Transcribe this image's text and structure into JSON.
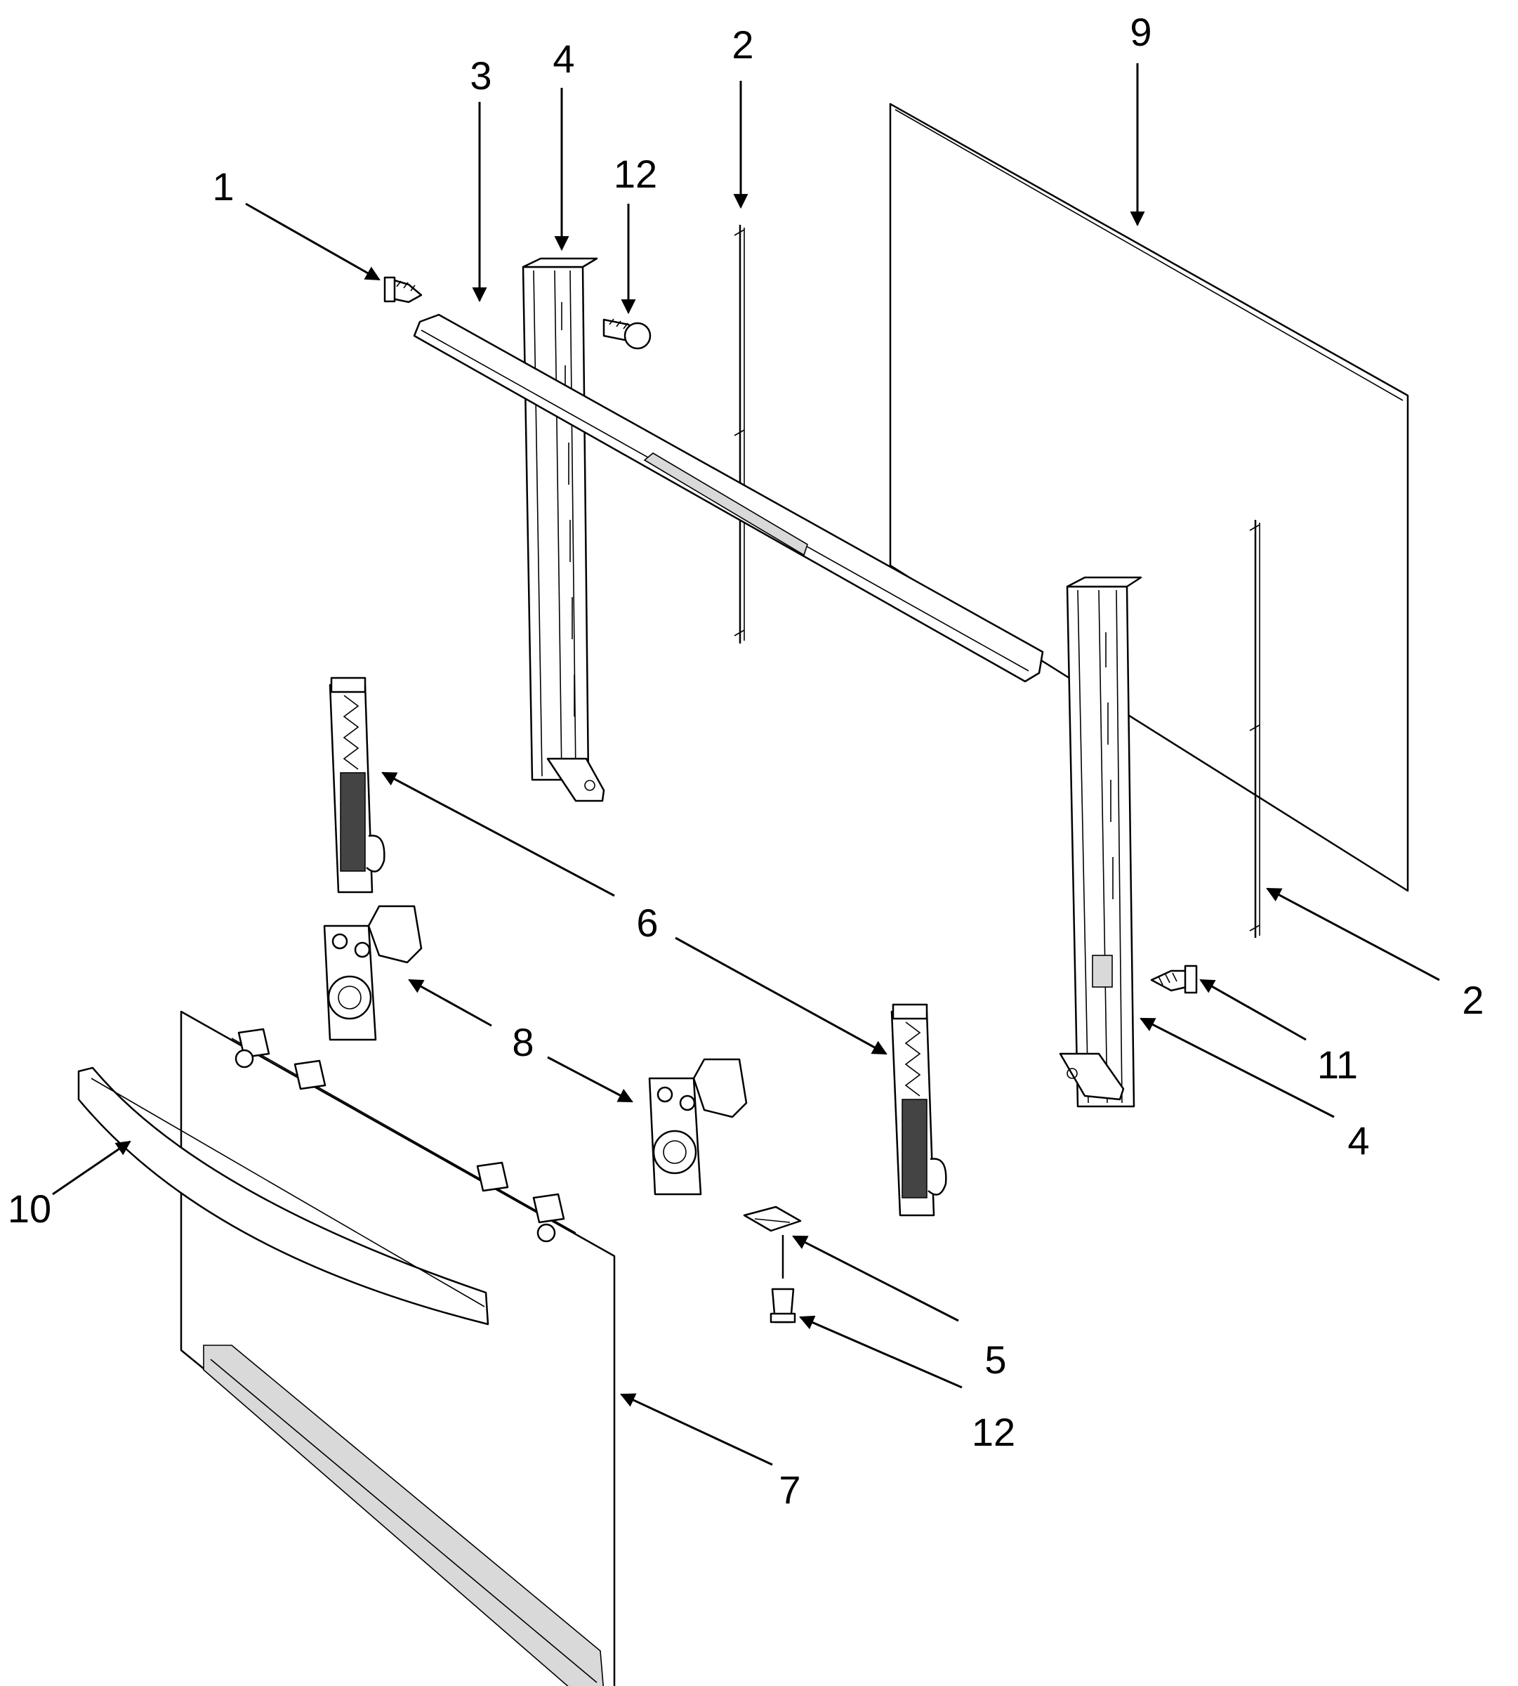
{
  "callouts": [
    {
      "key": "c1",
      "text": "1"
    },
    {
      "key": "c2a",
      "text": "2"
    },
    {
      "key": "c2b",
      "text": "2"
    },
    {
      "key": "c3",
      "text": "3"
    },
    {
      "key": "c4a",
      "text": "4"
    },
    {
      "key": "c4b",
      "text": "4"
    },
    {
      "key": "c5",
      "text": "5"
    },
    {
      "key": "c6",
      "text": "6"
    },
    {
      "key": "c7",
      "text": "7"
    },
    {
      "key": "c8",
      "text": "8"
    },
    {
      "key": "c9",
      "text": "9"
    },
    {
      "key": "c10",
      "text": "10"
    },
    {
      "key": "c11",
      "text": "11"
    },
    {
      "key": "c12a",
      "text": "12"
    },
    {
      "key": "c12b",
      "text": "12"
    }
  ]
}
